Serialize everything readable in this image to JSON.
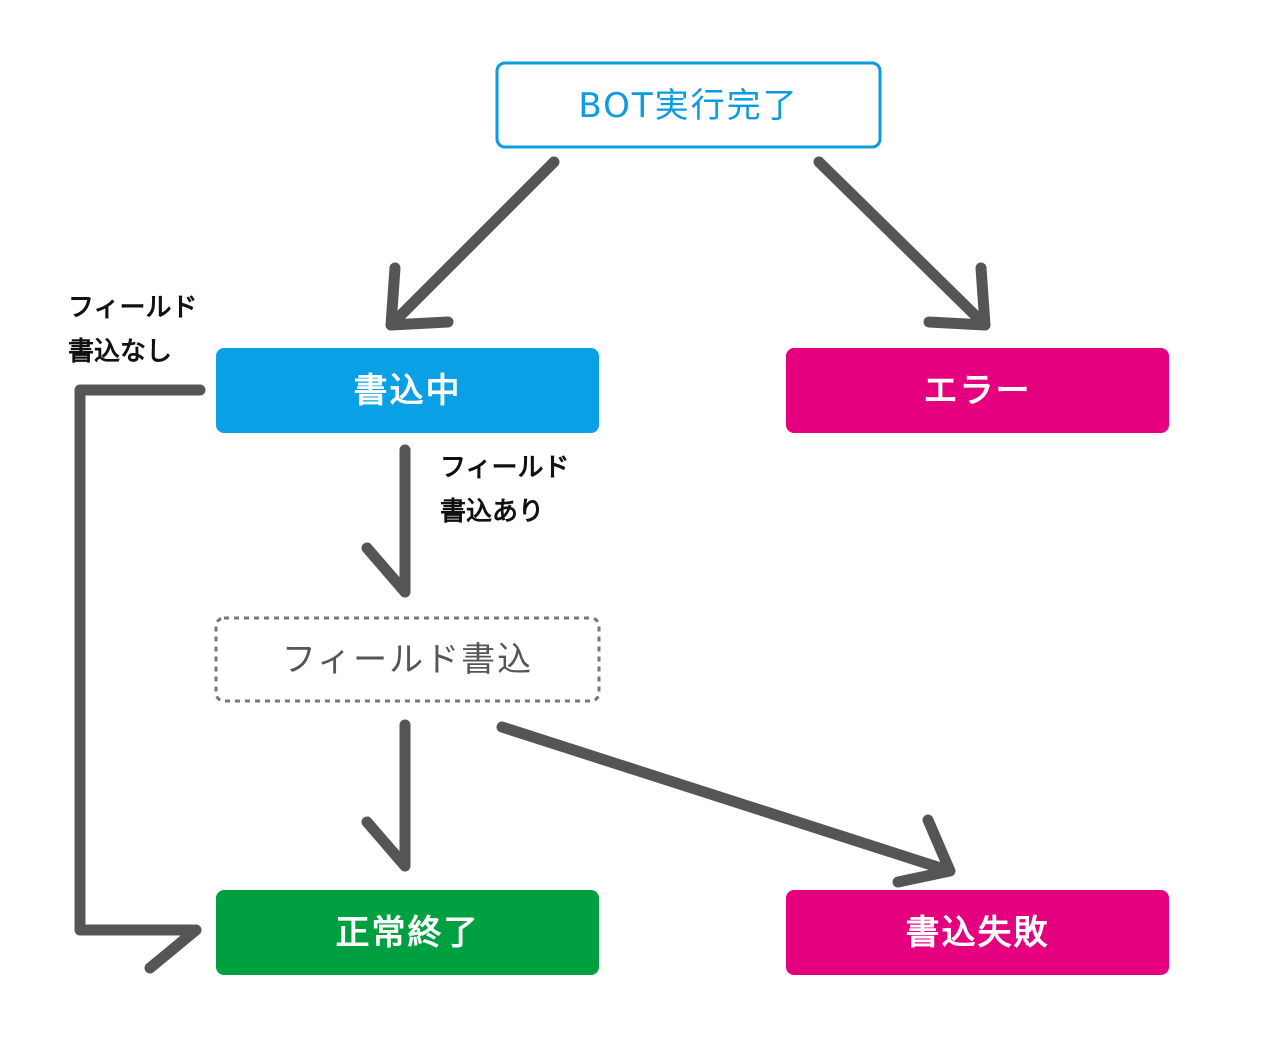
{
  "colors": {
    "start_border": "#0a9be0",
    "start_text": "#0a9be0",
    "writing": "#0aa0e6",
    "error": "#e4007f",
    "success": "#00a040",
    "field_border": "#777777",
    "field_text": "#555555",
    "arrow": "#555555"
  },
  "nodes": {
    "start": "BOT実行完了",
    "writing": "書込中",
    "error": "エラー",
    "field_write": "フィールド書込",
    "success": "正常終了",
    "write_failed": "書込失敗"
  },
  "edges": {
    "no_field": [
      "フィールド",
      "書込なし"
    ],
    "has_field": [
      "フィールド",
      "書込あり"
    ]
  }
}
